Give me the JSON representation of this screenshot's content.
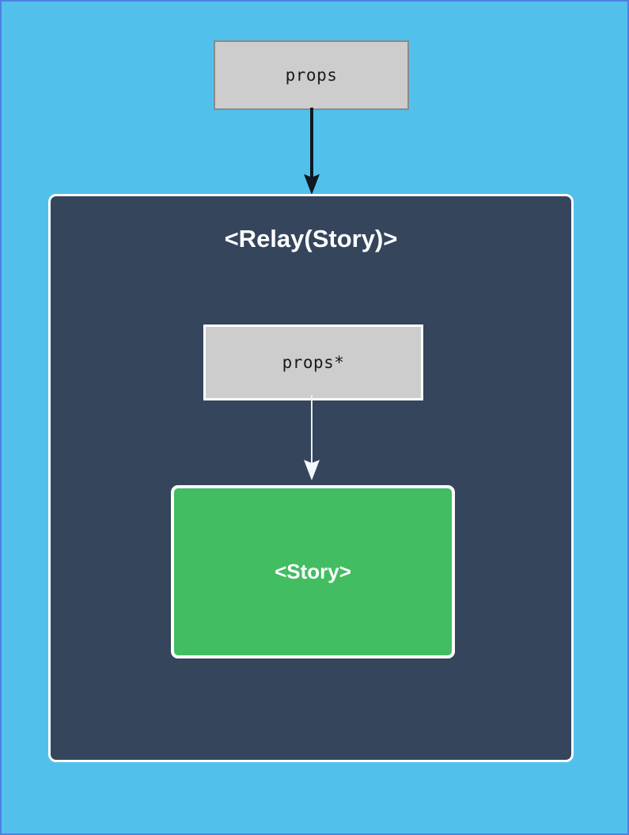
{
  "diagram": {
    "title_hidden": "Relay Story container diagram",
    "background_color": "#51c1ec",
    "border_color": "#4f7fe3",
    "nodes": {
      "outer_props": {
        "label": "props",
        "fill": "#cdcdcd",
        "stroke": "#8a8a8a"
      },
      "relay_container": {
        "label": "<Relay(Story)>",
        "fill": "#34455c",
        "stroke": "#fdfdfd"
      },
      "inner_props": {
        "label": "props*",
        "fill": "#cdcdcd",
        "stroke": "#fdfdfd"
      },
      "story": {
        "label": "<Story>",
        "fill": "#42bd61",
        "stroke": "#fdfdfd"
      }
    },
    "edges": [
      {
        "name": "props-to-relay",
        "from": "outer_props",
        "to": "relay_container",
        "color": "#111822",
        "style": "solid-filled-arrowhead"
      },
      {
        "name": "inner-props-to-story",
        "from": "inner_props",
        "to": "story",
        "color": "#e9edf2",
        "style": "solid-filled-arrowhead"
      }
    ]
  }
}
